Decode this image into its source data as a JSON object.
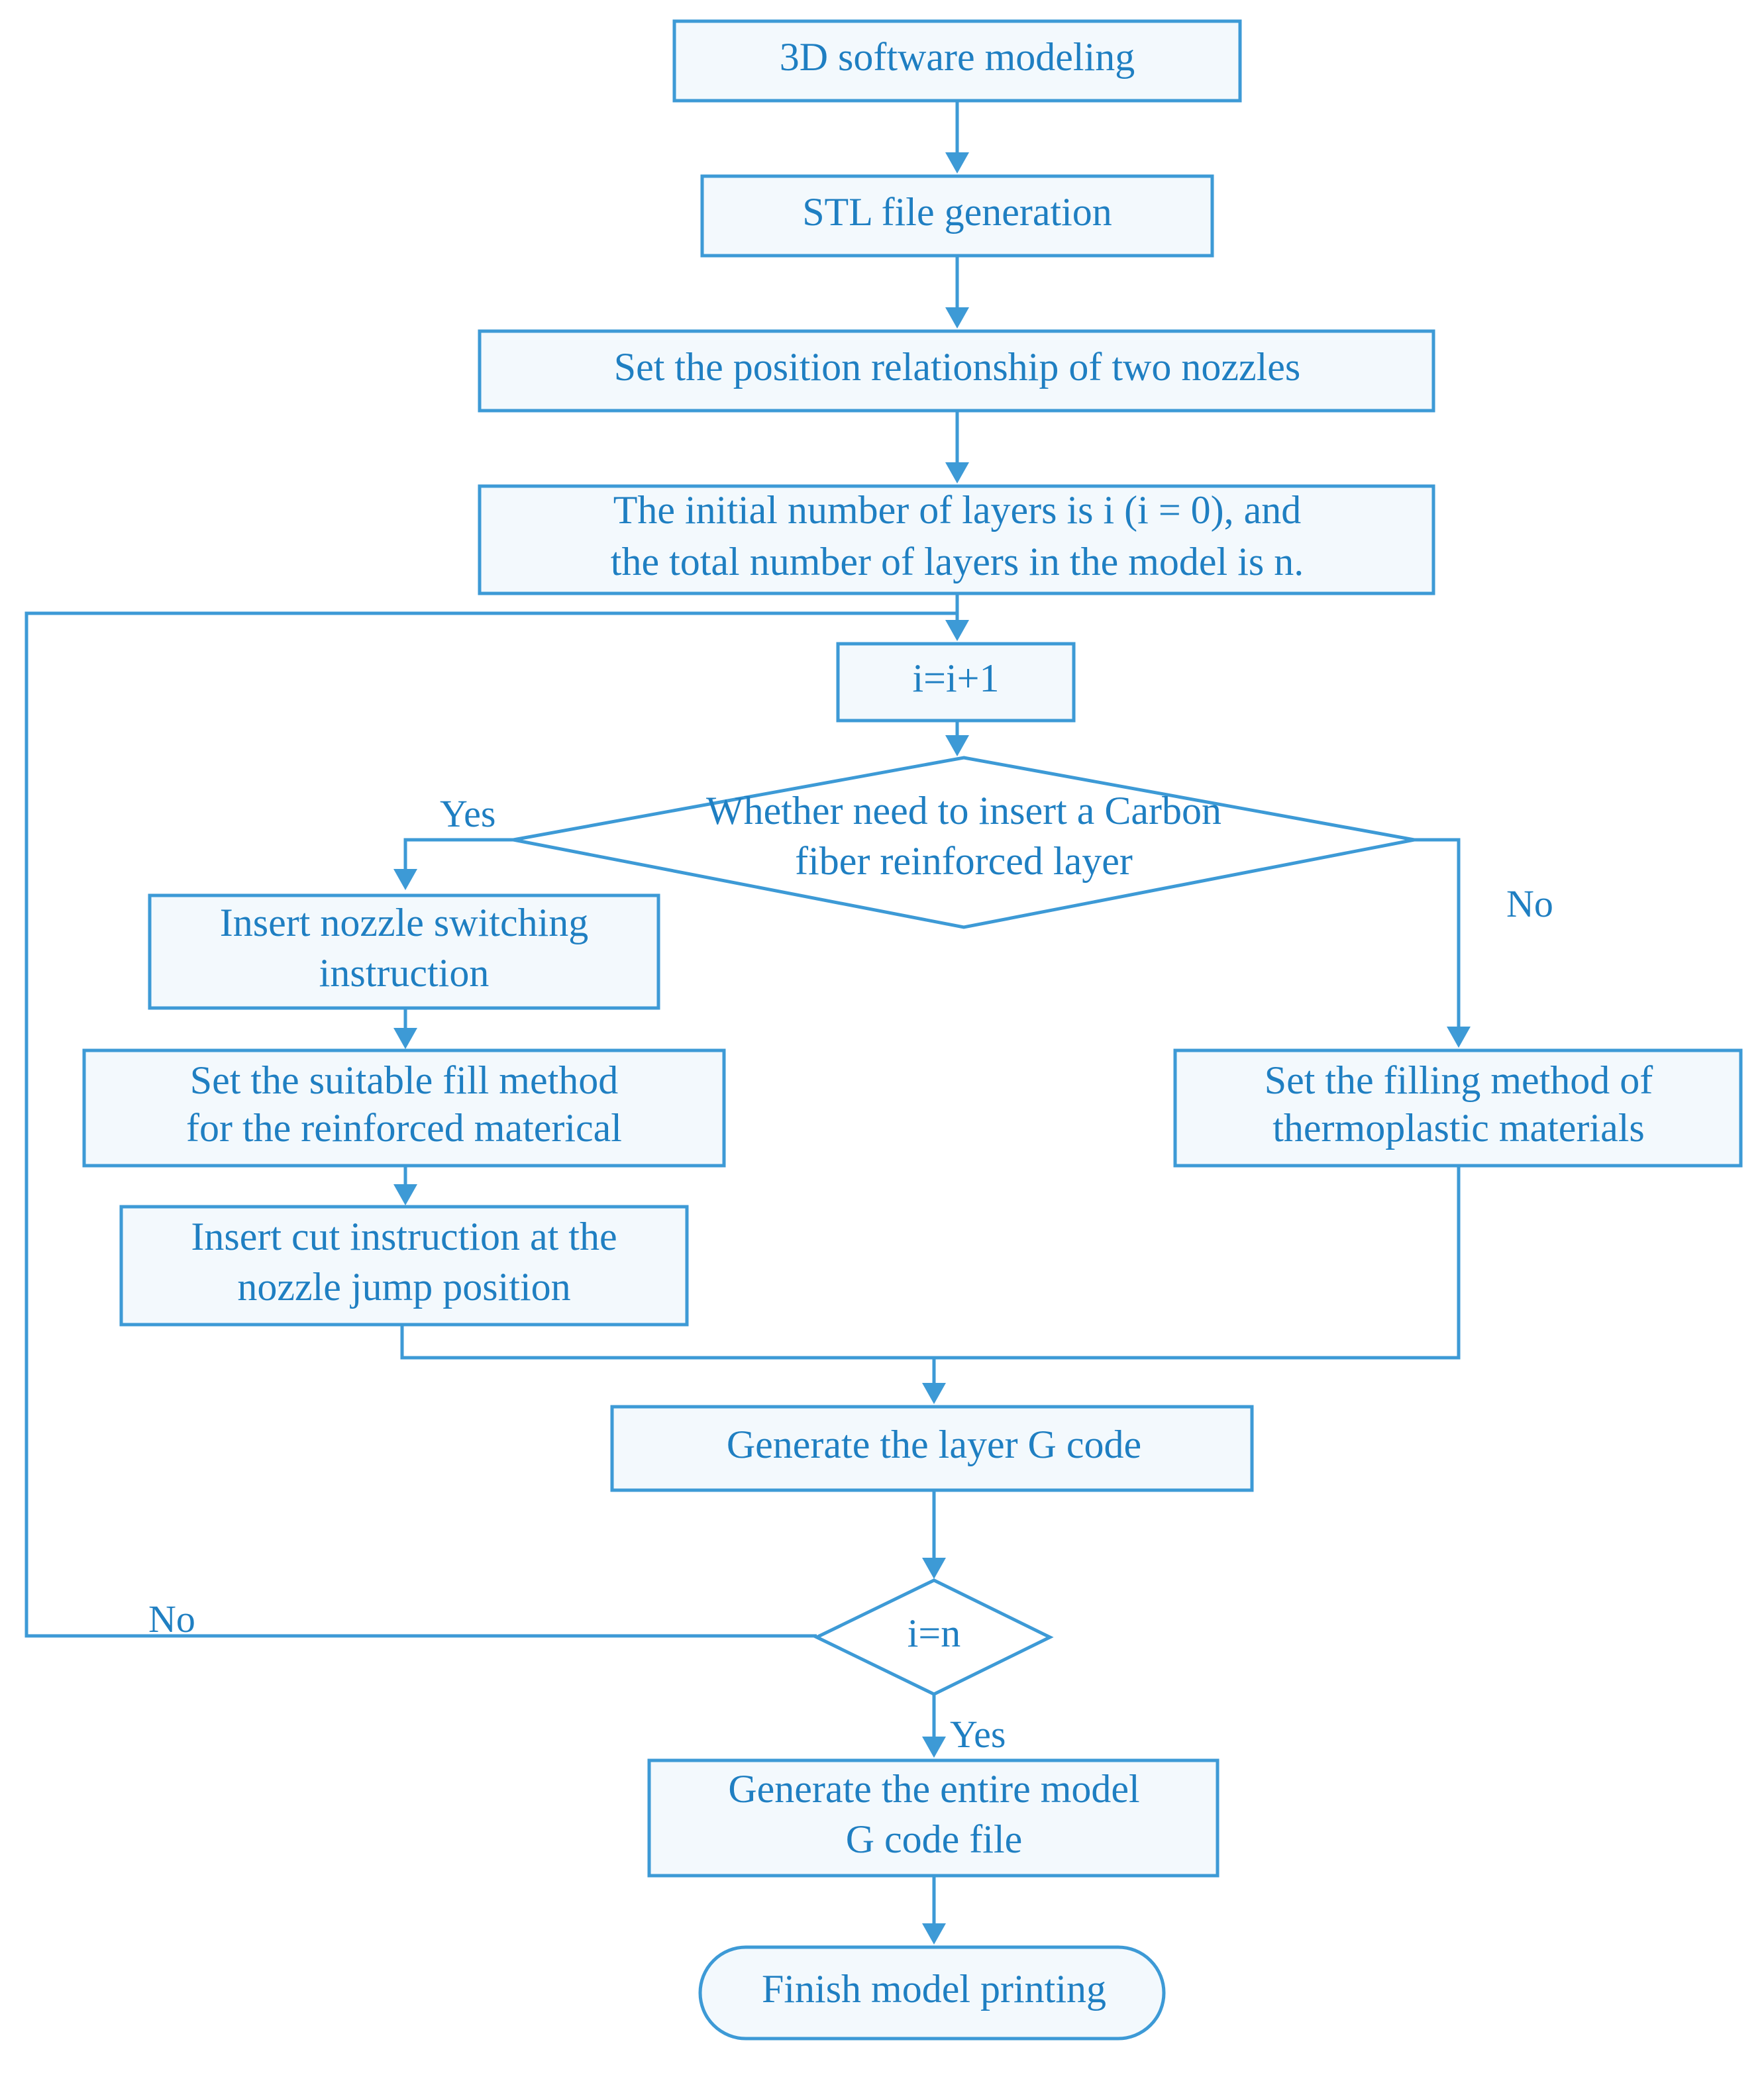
{
  "colors": {
    "line": "#3d9ad6",
    "text": "#1f7fc2",
    "box_fill": "#ffffff",
    "box_shade": "#f3f9fd"
  },
  "nodes": {
    "modeling": {
      "lines": [
        "3D software modeling"
      ]
    },
    "stl": {
      "lines": [
        "STL file generation"
      ]
    },
    "nozzle_position": {
      "lines": [
        "Set the position relationship of two nozzles"
      ]
    },
    "init_layers": {
      "lines": [
        "The initial number of layers is i (i = 0), and",
        "the total number of layers in the model is n."
      ]
    },
    "increment": {
      "lines": [
        "i=i+1"
      ]
    },
    "decision_insert": {
      "lines": [
        "Whether  need to insert a Carbon",
        "fiber reinforced layer"
      ]
    },
    "insert_switch": {
      "lines": [
        "Insert nozzle switching",
        "instruction"
      ]
    },
    "fill_reinforced": {
      "lines": [
        "Set the suitable fill method",
        "for the reinforced materical"
      ]
    },
    "insert_cut": {
      "lines": [
        "Insert cut instruction at the",
        "nozzle jump position"
      ]
    },
    "fill_thermo": {
      "lines": [
        "Set the filling method of",
        "thermoplastic materials"
      ]
    },
    "layer_gcode": {
      "lines": [
        "Generate the layer G code"
      ]
    },
    "decision_done": {
      "lines": [
        "i=n"
      ]
    },
    "model_gcode": {
      "lines": [
        "Generate the entire model",
        "G code file"
      ]
    },
    "finish": {
      "lines": [
        "Finish model printing"
      ]
    }
  },
  "edge_labels": {
    "insert_yes": "Yes",
    "insert_no": "No",
    "done_no": "No",
    "done_yes": "Yes"
  }
}
